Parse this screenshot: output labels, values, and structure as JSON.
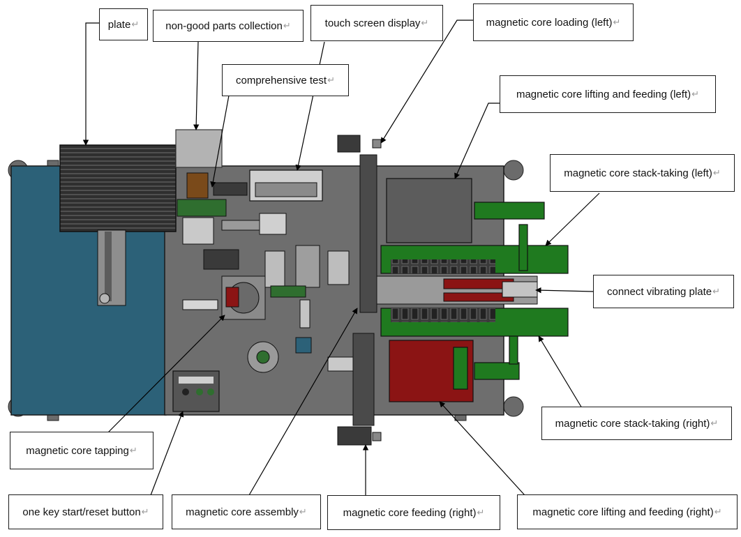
{
  "labels": {
    "plate": "plate",
    "non_good": "non-good parts collection",
    "touch_screen": "touch screen display",
    "core_loading_left": "magnetic core loading (left)",
    "comprehensive_test": "comprehensive test",
    "lifting_feeding_left": "magnetic core lifting and feeding (left)",
    "stack_taking_left": "magnetic core stack-taking (left)",
    "vibrating_plate": "connect vibrating plate",
    "core_tapping": "magnetic core tapping",
    "stack_taking_right": "magnetic core stack-taking (right)",
    "start_reset": "one key start/reset button",
    "core_assembly": "magnetic core assembly",
    "core_feeding_right": "magnetic core feeding (right)",
    "lifting_feeding_right": "magnetic core lifting and feeding (right)"
  },
  "paragraph_mark": "↵",
  "colors": {
    "machine_base": "#6e6e6e",
    "hopper_teal": "#2c6178",
    "green_parts": "#1f7a1f",
    "red_parts": "#8b1414",
    "frame_dark": "#2a2a2a"
  }
}
